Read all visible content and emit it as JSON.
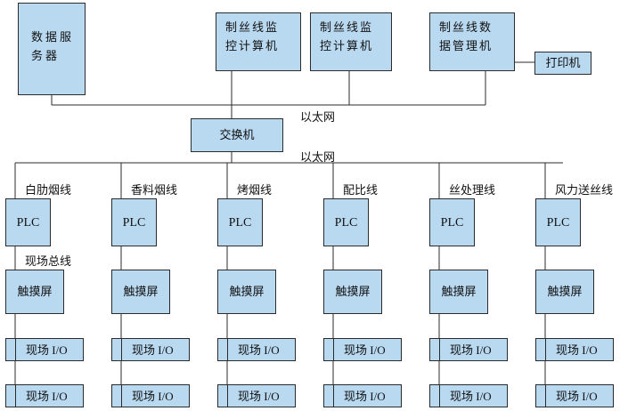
{
  "servers": {
    "data_server": "数据服务器",
    "monitor1": "制丝线监控计算机",
    "monitor2": "制丝线监控计算机",
    "data_mgmt": "制丝线数据管理机",
    "printer": "打印机"
  },
  "network": {
    "ethernet_top": "以太网",
    "switch": "交换机",
    "ethernet_bottom": "以太网",
    "fieldbus": "现场总线"
  },
  "lines": [
    {
      "name": "白肋烟线",
      "plc": "PLC",
      "hmi": "触摸屏",
      "io": [
        "现场 I/O",
        "现场 I/O"
      ]
    },
    {
      "name": "香料烟线",
      "plc": "PLC",
      "hmi": "触摸屏",
      "io": [
        "现场 I/O",
        "现场 I/O"
      ]
    },
    {
      "name": "烤烟线",
      "plc": "PLC",
      "hmi": "触摸屏",
      "io": [
        "现场 I/O",
        "现场 I/O"
      ]
    },
    {
      "name": "配比线",
      "plc": "PLC",
      "hmi": "触摸屏",
      "io": [
        "现场 I/O",
        "现场 I/O"
      ]
    },
    {
      "name": "丝处理线",
      "plc": "PLC",
      "hmi": "触摸屏",
      "io": [
        "现场 I/O",
        "现场 I/O"
      ]
    },
    {
      "name": "风力送丝线",
      "plc": "PLC",
      "hmi": "触摸屏",
      "io": [
        "现场 I/O",
        "现场 I/O"
      ]
    }
  ]
}
